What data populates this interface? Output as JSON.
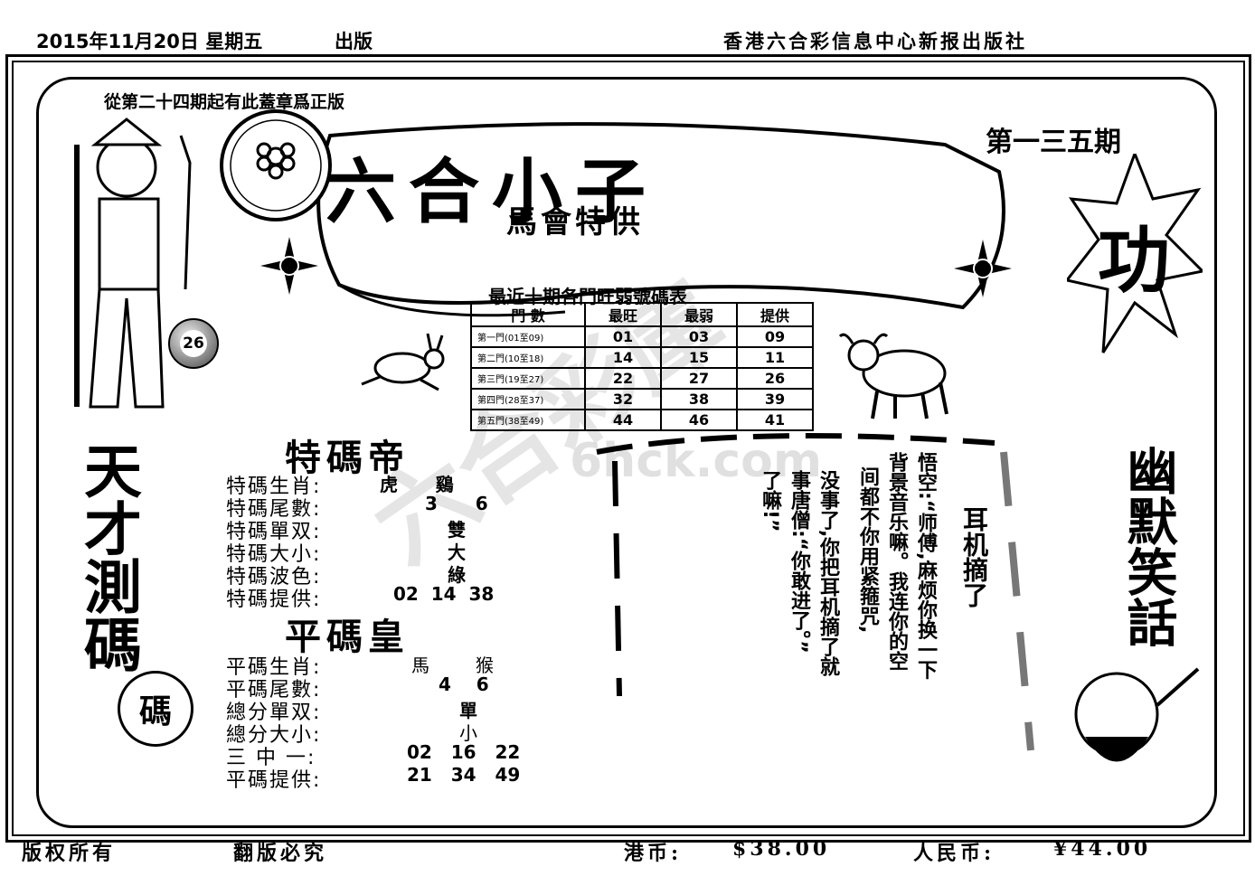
{
  "header": {
    "date": "2015年11月20日 星期五",
    "publish": "出版",
    "publisher": "香港六合彩信息中心新报出版社"
  },
  "stamp_note": "從第二十四期起有此蓋章爲正版",
  "title": {
    "main": "六合小子",
    "sub": "馬會特供"
  },
  "issue": "第一三五期",
  "ball_number": "26",
  "table": {
    "title": "最近十期各門旺弱號碼表",
    "headers": [
      "門 數",
      "最旺",
      "最弱",
      "提供"
    ],
    "rows": [
      [
        "第一門(01至09)",
        "01",
        "03",
        "09"
      ],
      [
        "第二門(10至18)",
        "14",
        "15",
        "11"
      ],
      [
        "第三門(19至27)",
        "22",
        "27",
        "26"
      ],
      [
        "第四門(28至37)",
        "32",
        "38",
        "39"
      ],
      [
        "第五門(38至49)",
        "44",
        "46",
        "41"
      ]
    ]
  },
  "tema": {
    "title": "特碼帝",
    "rows": [
      {
        "label": "特碼生肖:",
        "value": "虎      鷄"
      },
      {
        "label": "特碼尾數:",
        "value": "3      6"
      },
      {
        "label": "特碼單双:",
        "value": "雙"
      },
      {
        "label": "特碼大小:",
        "value": "大"
      },
      {
        "label": "特碼波色:",
        "value": "綠"
      },
      {
        "label": "特碼提供:",
        "value": "02  14  38"
      }
    ]
  },
  "pingma": {
    "title": "平碼皇",
    "rows": [
      {
        "label": "平碼生肖:",
        "value": "馬        猴"
      },
      {
        "label": "平碼尾數:",
        "value": "4    6"
      },
      {
        "label": "總分單双:",
        "value": "單"
      },
      {
        "label": "總分大小:",
        "value": "小"
      },
      {
        "label": "三 中 一:",
        "value": "02   16   22"
      },
      {
        "label": "平碼提供:",
        "value": "21   34   49"
      }
    ]
  },
  "left_side": "天才測碼",
  "badge": "碼",
  "right_side_top": "功",
  "right_side_mid": "幽默笑話",
  "story": {
    "col1": "悟空:“师傅,麻烦你换一下",
    "col2": "背景音乐嘛。我连你的空",
    "col3": "间都不你用紧箍咒,",
    "col4": "没事了,你把耳机摘了就",
    "col5": "事唐僧:“你敢进了。”",
    "col6": "了嘛!”",
    "side": "耳机摘了"
  },
  "watermark": {
    "text1": "六合彩庫",
    "text2": "6hck.com"
  },
  "footer": {
    "copyright": "版权所有",
    "piracy": "翻版必究",
    "hk_label": "港币:",
    "hk_price": "$38.00",
    "rmb_label": "人民币:",
    "rmb_price": "¥44.00"
  }
}
